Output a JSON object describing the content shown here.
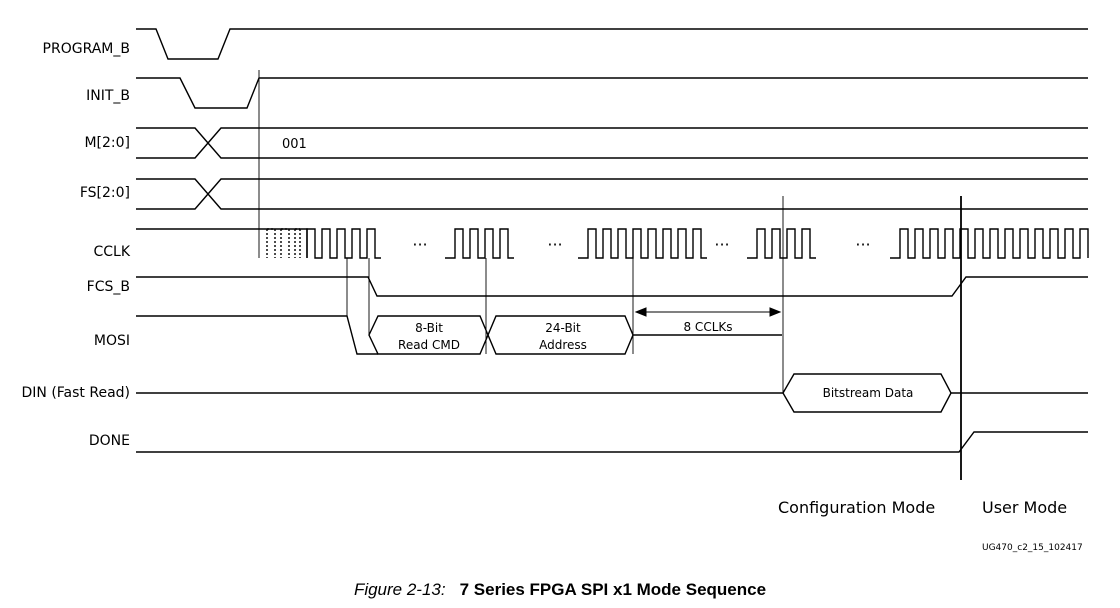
{
  "signals": [
    {
      "id": "program_b",
      "label": "PROGRAM_B"
    },
    {
      "id": "init_b",
      "label": "INIT_B"
    },
    {
      "id": "m",
      "label": "M[2:0]"
    },
    {
      "id": "fs",
      "label": "FS[2:0]"
    },
    {
      "id": "cclk",
      "label": "CCLK"
    },
    {
      "id": "fcs_b",
      "label": "FCS_B"
    },
    {
      "id": "mosi",
      "label": "MOSI"
    },
    {
      "id": "din",
      "label": "DIN (Fast Read)"
    },
    {
      "id": "done",
      "label": "DONE"
    }
  ],
  "bus_values": {
    "m_value": "001"
  },
  "mosi_fields": {
    "read_cmd_line1": "8-Bit",
    "read_cmd_line2": "Read CMD",
    "address_line1": "24-Bit",
    "address_line2": "Address"
  },
  "din_field": "Bitstream Data",
  "timing_annotation": "8 CCLKs",
  "ellipsis": "···",
  "modes": {
    "configuration": "Configuration Mode",
    "user": "User Mode"
  },
  "reference_id": "UG470_c2_15_102417",
  "caption": {
    "figure_number": "Figure 2-13:",
    "title": "7 Series FPGA SPI x1 Mode Sequence"
  }
}
